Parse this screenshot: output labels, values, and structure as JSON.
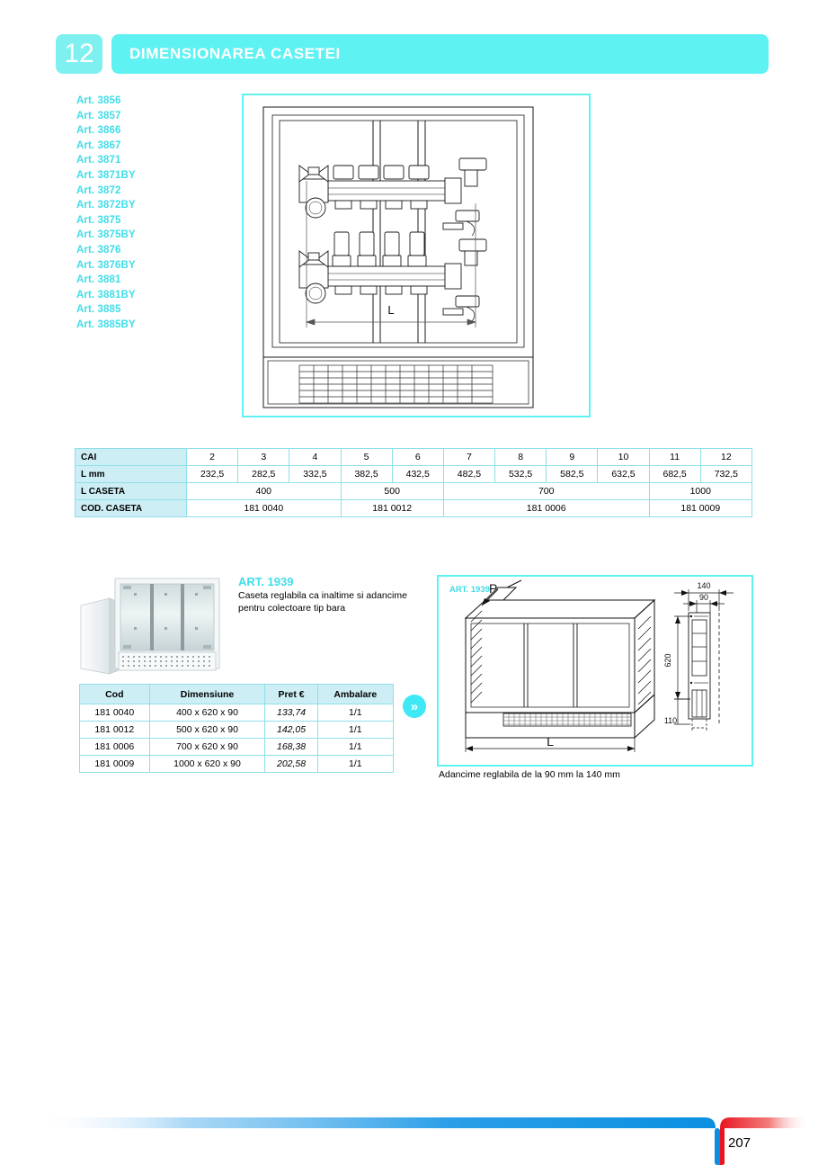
{
  "header": {
    "section_number": "12",
    "title": "DIMENSIONAREA CASETEI",
    "badge_color": "#7ef0f0",
    "bar_color": "#5ff2f2"
  },
  "article_list": [
    "Art. 3856",
    "Art. 3857",
    "Art. 3866",
    "Art. 3867",
    "Art. 3871",
    "Art. 3871BY",
    "Art. 3872",
    "Art. 3872BY",
    "Art. 3875",
    "Art. 3875BY",
    "Art. 3876",
    "Art. 3876BY",
    "Art. 3881",
    "Art. 3881BY",
    "Art. 3885",
    "Art. 3885BY"
  ],
  "main_drawing": {
    "dimension_label": "L"
  },
  "main_table": {
    "rows": [
      {
        "header": "CAI",
        "cells": [
          "2",
          "3",
          "4",
          "5",
          "6",
          "7",
          "8",
          "9",
          "10",
          "11",
          "12"
        ]
      },
      {
        "header": "L mm",
        "cells": [
          "232,5",
          "282,5",
          "332,5",
          "382,5",
          "432,5",
          "482,5",
          "532,5",
          "582,5",
          "632,5",
          "682,5",
          "732,5"
        ]
      },
      {
        "header": "L CASETA",
        "cells": [
          "400",
          "500",
          "700",
          "1000"
        ],
        "spans": [
          3,
          2,
          4,
          2
        ]
      },
      {
        "header": "COD. CASETA",
        "cells": [
          "181 0040",
          "181 0012",
          "181 0006",
          "181 0009"
        ],
        "spans": [
          3,
          2,
          4,
          2
        ]
      }
    ]
  },
  "product": {
    "title": "ART. 1939",
    "description": "Caseta reglabila ca inaltime si adancime pentru colectoare tip bara"
  },
  "price_table": {
    "headers": [
      "Cod",
      "Dimensiune",
      "Pret €",
      "Ambalare"
    ],
    "rows": [
      {
        "cod": "181 0040",
        "dimensiune": "400 x 620 x 90",
        "pret": "133,74",
        "ambalare": "1/1"
      },
      {
        "cod": "181 0012",
        "dimensiune": "500 x 620 x 90",
        "pret": "142,05",
        "ambalare": "1/1"
      },
      {
        "cod": "181 0006",
        "dimensiune": "700 x 620 x 90",
        "pret": "168,38",
        "ambalare": "1/1"
      },
      {
        "cod": "181 0009",
        "dimensiune": "1000 x 620 x 90",
        "pret": "202,58",
        "ambalare": "1/1"
      }
    ]
  },
  "chevron": {
    "glyph": "»"
  },
  "tech_drawing": {
    "label": "ART. 1939",
    "dim_depth_max": "140",
    "dim_depth_min": "90",
    "dim_height": "620",
    "dim_foot": "110",
    "dim_width": "L",
    "depth_marker": "P",
    "caption": "Adancime reglabila de la 90 mm la 140 mm"
  },
  "footer": {
    "page_number": "207",
    "blue": "#0a8fe0",
    "red": "#e8141e"
  }
}
